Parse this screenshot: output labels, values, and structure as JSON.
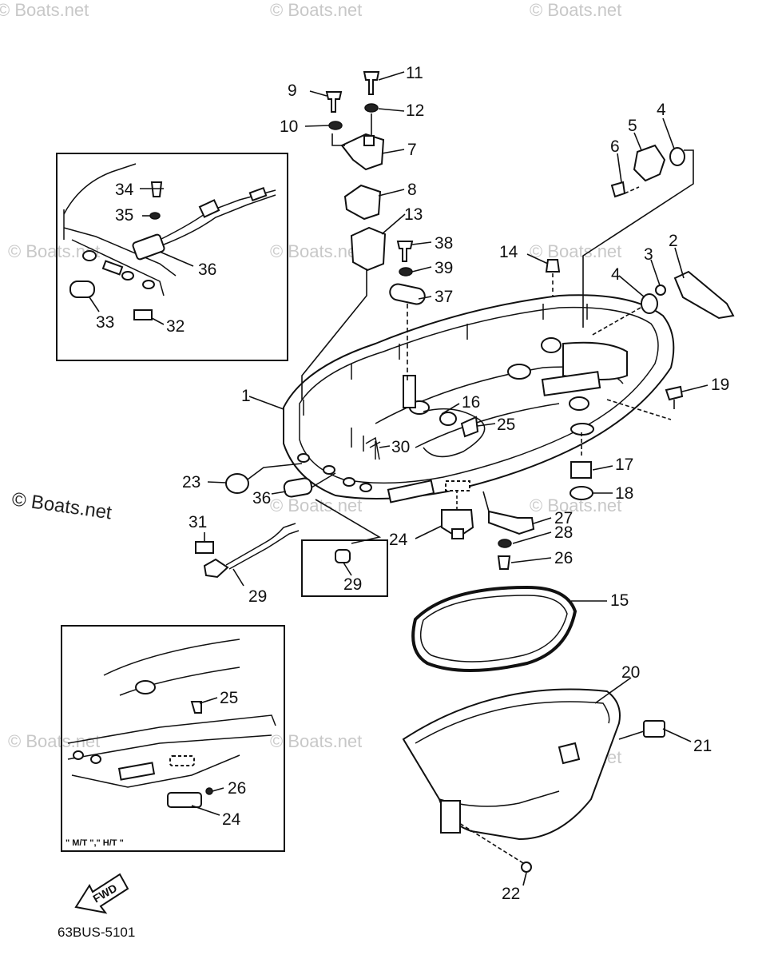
{
  "watermarks": {
    "small": "© Boats.net",
    "large": "© Boats.net"
  },
  "diagram_code": "63BUS-5101",
  "model_note": "\" M/T \",\" H/T \"",
  "direction_arrow": "FWD",
  "callouts": [
    {
      "id": "c1",
      "label": "1"
    },
    {
      "id": "c2",
      "label": "2"
    },
    {
      "id": "c3",
      "label": "3"
    },
    {
      "id": "c4a",
      "label": "4"
    },
    {
      "id": "c4b",
      "label": "4"
    },
    {
      "id": "c5",
      "label": "5"
    },
    {
      "id": "c6",
      "label": "6"
    },
    {
      "id": "c7",
      "label": "7"
    },
    {
      "id": "c8",
      "label": "8"
    },
    {
      "id": "c9",
      "label": "9"
    },
    {
      "id": "c10",
      "label": "10"
    },
    {
      "id": "c11",
      "label": "11"
    },
    {
      "id": "c12",
      "label": "12"
    },
    {
      "id": "c13",
      "label": "13"
    },
    {
      "id": "c14",
      "label": "14"
    },
    {
      "id": "c15",
      "label": "15"
    },
    {
      "id": "c16",
      "label": "16"
    },
    {
      "id": "c17",
      "label": "17"
    },
    {
      "id": "c18",
      "label": "18"
    },
    {
      "id": "c19",
      "label": "19"
    },
    {
      "id": "c20",
      "label": "20"
    },
    {
      "id": "c21",
      "label": "21"
    },
    {
      "id": "c22",
      "label": "22"
    },
    {
      "id": "c23",
      "label": "23"
    },
    {
      "id": "c24a",
      "label": "24"
    },
    {
      "id": "c24b",
      "label": "24"
    },
    {
      "id": "c25a",
      "label": "25"
    },
    {
      "id": "c25b",
      "label": "25"
    },
    {
      "id": "c26a",
      "label": "26"
    },
    {
      "id": "c26b",
      "label": "26"
    },
    {
      "id": "c27",
      "label": "27"
    },
    {
      "id": "c28",
      "label": "28"
    },
    {
      "id": "c29a",
      "label": "29"
    },
    {
      "id": "c29b",
      "label": "29"
    },
    {
      "id": "c30",
      "label": "30"
    },
    {
      "id": "c31",
      "label": "31"
    },
    {
      "id": "c32",
      "label": "32"
    },
    {
      "id": "c33",
      "label": "33"
    },
    {
      "id": "c34",
      "label": "34"
    },
    {
      "id": "c35",
      "label": "35"
    },
    {
      "id": "c36a",
      "label": "36"
    },
    {
      "id": "c36b",
      "label": "36"
    },
    {
      "id": "c37",
      "label": "37"
    },
    {
      "id": "c38",
      "label": "38"
    },
    {
      "id": "c39",
      "label": "39"
    }
  ]
}
